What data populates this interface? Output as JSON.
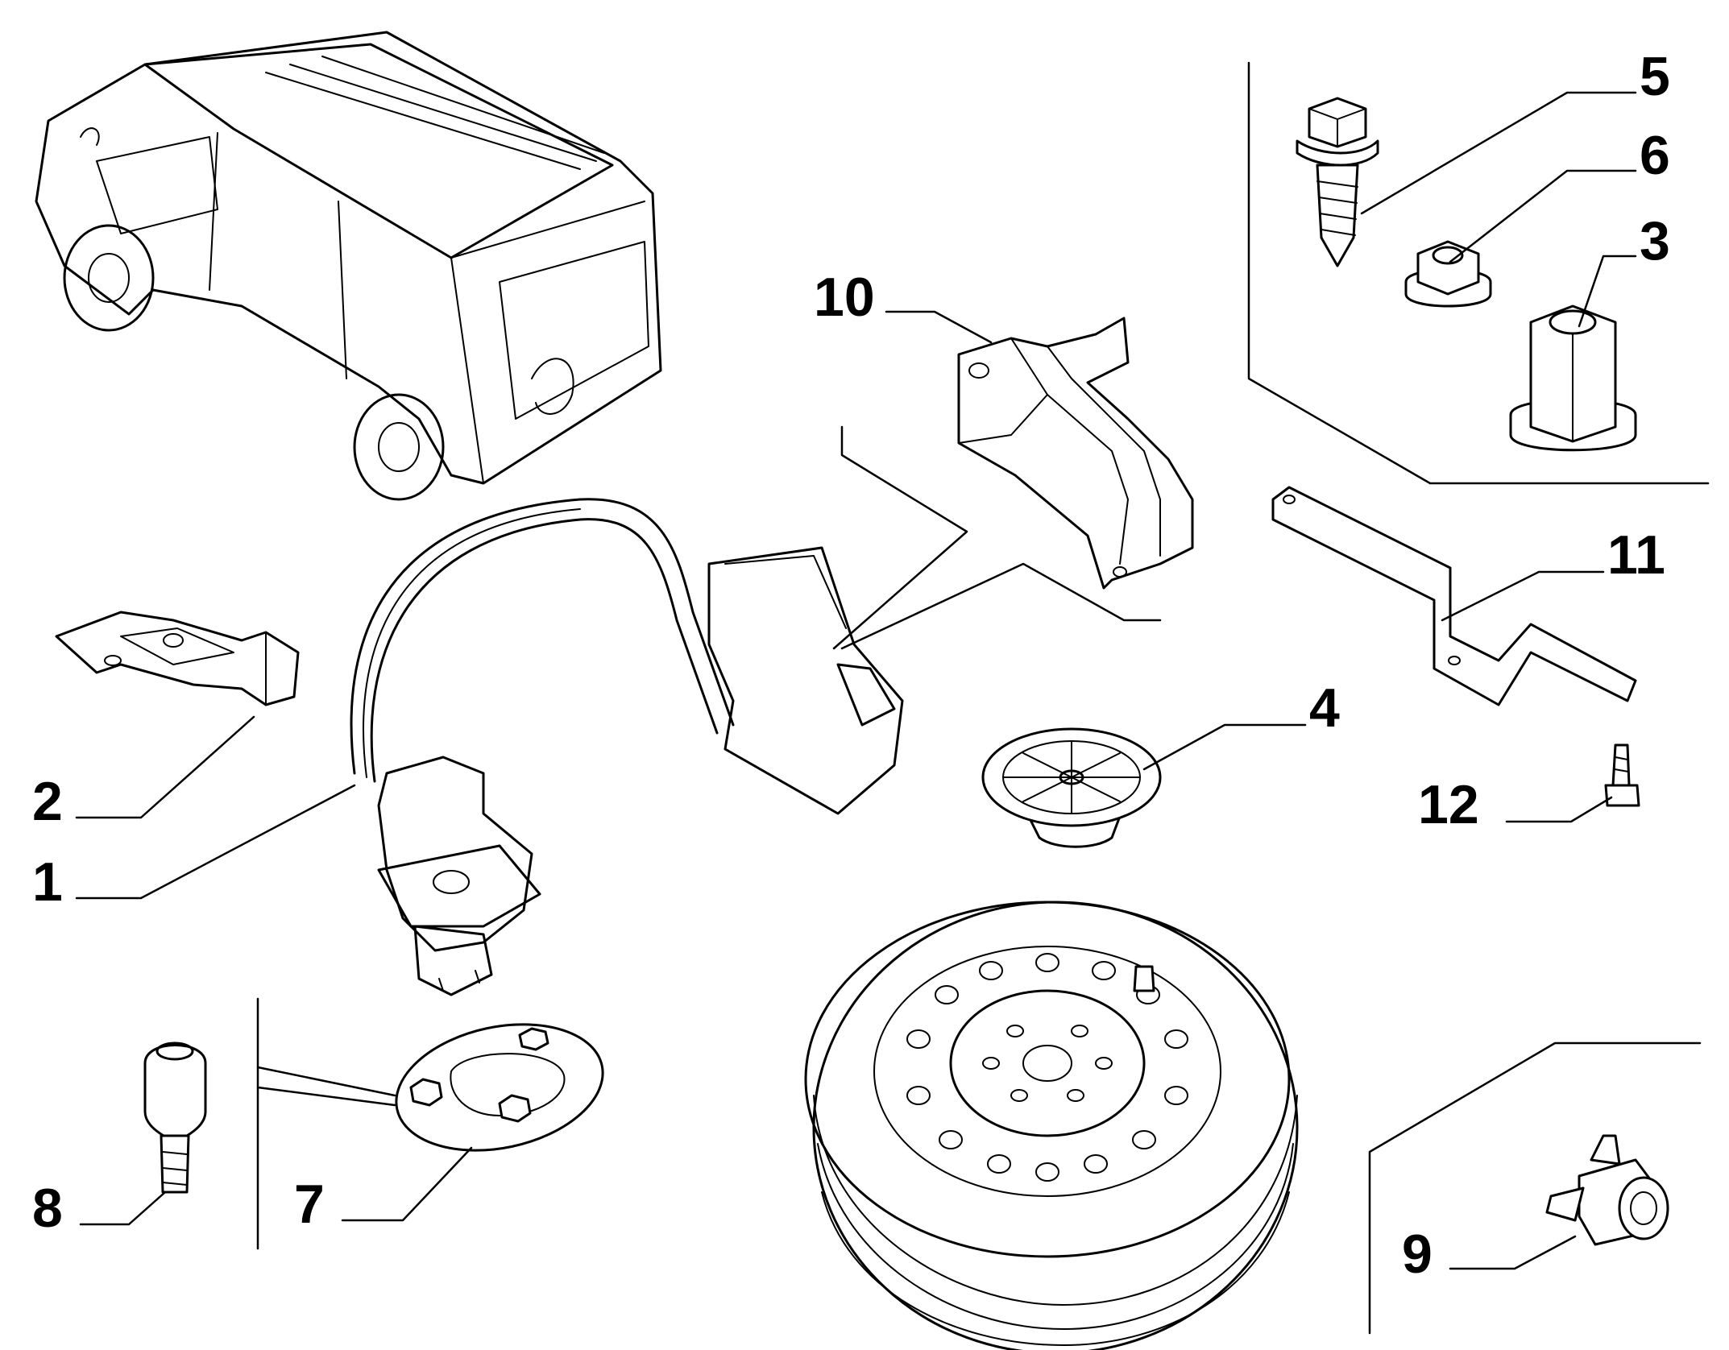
{
  "callouts": [
    {
      "id": "1",
      "label": "1"
    },
    {
      "id": "2",
      "label": "2"
    },
    {
      "id": "3",
      "label": "3"
    },
    {
      "id": "4",
      "label": "4"
    },
    {
      "id": "5",
      "label": "5"
    },
    {
      "id": "6",
      "label": "6"
    },
    {
      "id": "7",
      "label": "7"
    },
    {
      "id": "8",
      "label": "8"
    },
    {
      "id": "9",
      "label": "9"
    },
    {
      "id": "10",
      "label": "10"
    },
    {
      "id": "11",
      "label": "11"
    },
    {
      "id": "12",
      "label": "12"
    }
  ],
  "icons": [
    "van-icon",
    "spare-wheel-carrier-icon",
    "bracket-icon",
    "screw-icon",
    "nut-icon",
    "sleeve-nut-icon",
    "support-cup-icon",
    "wheel-bolt-icon",
    "plate-icon",
    "adapter-icon",
    "rod-icon",
    "tyre-icon"
  ]
}
